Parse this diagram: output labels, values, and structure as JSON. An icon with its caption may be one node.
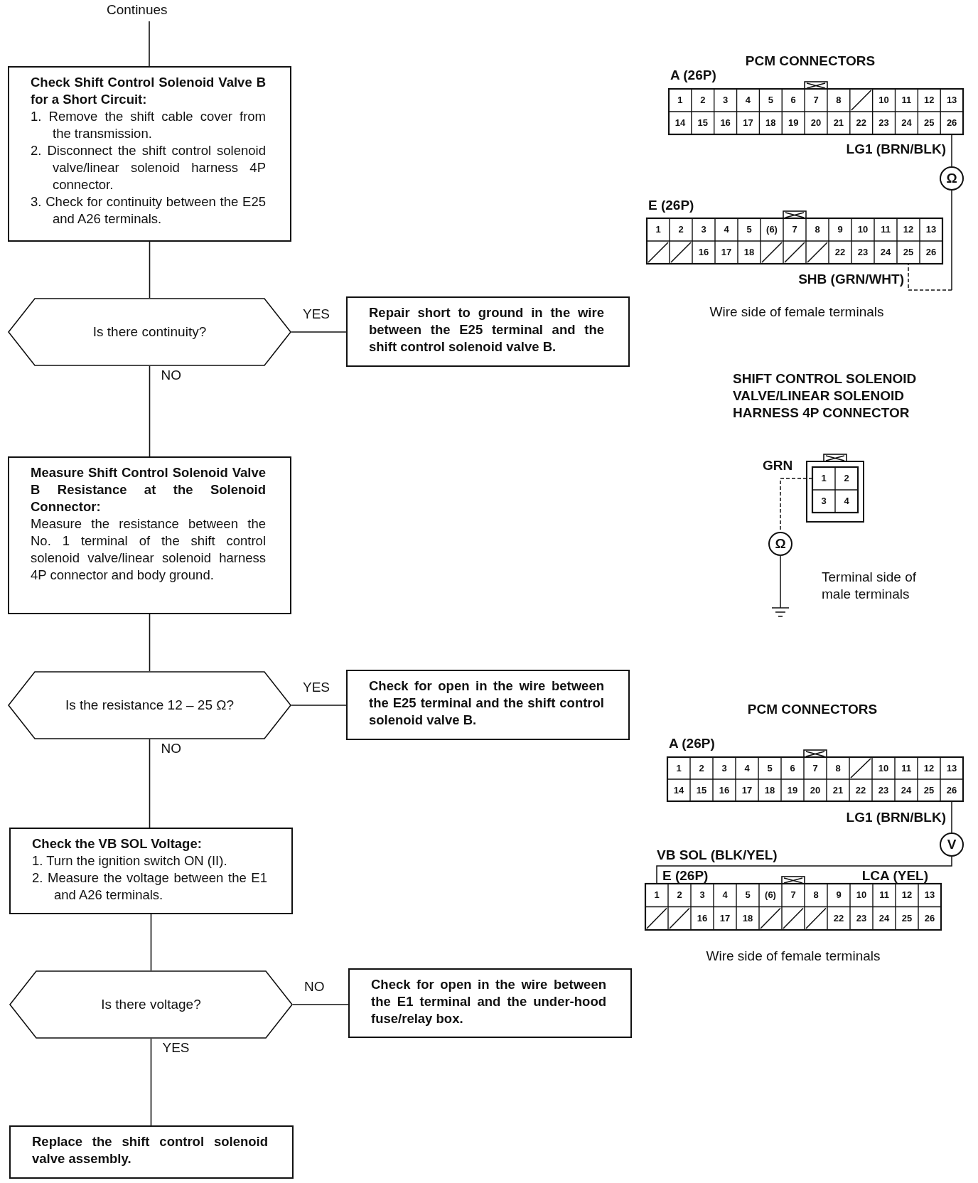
{
  "diagram": {
    "nodes": [
      {
        "text": [
          "Continues"
        ]
      },
      {
        "text": [
          "Check Shift Control Solenoid Valve B for a Short Circuit:",
          "1. Remove the shift cable cover from the transmission.",
          "2. Disconnect the shift control solenoid valve/linear solenoid harness 4P connector.",
          "3. Check for continuity between the E25 and A26 terminals."
        ]
      },
      {
        "text": [
          "Is there continuity?"
        ]
      },
      {
        "text": [
          "Repair short to ground in the wire between the E25 terminal and the shift control solenoid valve B."
        ]
      },
      {
        "text": [
          "Measure Shift Control Solenoid Valve B Resistance at the Solenoid Connector:",
          "Measure the resistance between the No. 1 terminal of the shift control solenoid valve/linear solenoid harness 4P connector and body ground."
        ]
      },
      {
        "text": [
          "Is the resistance 12 – 25 Ω?"
        ]
      },
      {
        "text": [
          "Check for open in the wire between the E25 terminal and the shift control solenoid valve B."
        ]
      },
      {
        "text": [
          "Check the VB SOL Voltage:",
          "1. Turn the ignition switch ON (II).",
          "2. Measure the voltage between the E1 and A26 terminals."
        ]
      },
      {
        "text": [
          "Is there voltage?"
        ]
      },
      {
        "text": [
          "Check for open in the wire between the E1 terminal and the under-hood fuse/relay box."
        ]
      },
      {
        "text": [
          "Replace the shift control solenoid valve assembly."
        ]
      }
    ],
    "edges": [
      {
        "from": 0,
        "to": 1,
        "arrow": "none"
      },
      {
        "from": 1,
        "to": 2,
        "arrow": "none"
      },
      {
        "from": 2,
        "to": 3,
        "arrow": "none",
        "label": "YES"
      },
      {
        "from": 2,
        "to": 4,
        "arrow": "none",
        "label": "NO"
      },
      {
        "from": 4,
        "to": 5,
        "arrow": "none"
      },
      {
        "from": 5,
        "to": 6,
        "arrow": "none",
        "label": "YES"
      },
      {
        "from": 5,
        "to": 7,
        "arrow": "none",
        "label": "NO"
      },
      {
        "from": 7,
        "to": 8,
        "arrow": "none"
      },
      {
        "from": 8,
        "to": 9,
        "arrow": "none",
        "label": "NO"
      },
      {
        "from": 8,
        "to": 10,
        "arrow": "none",
        "label": "YES"
      }
    ],
    "labels": [
      "PCM CONNECTORS",
      "A (26P)",
      "1",
      "2",
      "3",
      "4",
      "5",
      "6",
      "7",
      "8",
      "10",
      "11",
      "12",
      "13",
      "14",
      "15",
      "16",
      "17",
      "18",
      "19",
      "20",
      "21",
      "22",
      "23",
      "24",
      "25",
      "26",
      "LG1 (BRN/BLK)",
      "Ω",
      "E (26P)",
      "1",
      "2",
      "3",
      "4",
      "5",
      "(6)",
      "7",
      "8",
      "9",
      "10",
      "11",
      "12",
      "13",
      "16",
      "17",
      "18",
      "22",
      "23",
      "24",
      "25",
      "26",
      "SHB (GRN/WHT)",
      "Wire side of female terminals",
      "SHIFT CONTROL SOLENOID VALVE/LINEAR SOLENOID HARNESS 4P CONNECTOR",
      "GRN",
      "1",
      "2",
      "3",
      "4",
      "Ω",
      "Terminal side of male terminals",
      "PCM CONNECTORS",
      "A (26P)",
      "1",
      "2",
      "3",
      "4",
      "5",
      "6",
      "7",
      "8",
      "10",
      "11",
      "12",
      "13",
      "14",
      "15",
      "16",
      "17",
      "18",
      "19",
      "20",
      "21",
      "22",
      "23",
      "24",
      "25",
      "26",
      "LG1 (BRN/BLK)",
      "V",
      "VB SOL (BLK/YEL)",
      "E (26P)",
      "LCA (YEL)",
      "1",
      "2",
      "3",
      "4",
      "5",
      "(6)",
      "7",
      "8",
      "9",
      "10",
      "11",
      "12",
      "13",
      "16",
      "17",
      "18",
      "22",
      "23",
      "24",
      "25",
      "26",
      "Wire side of female terminals"
    ]
  }
}
